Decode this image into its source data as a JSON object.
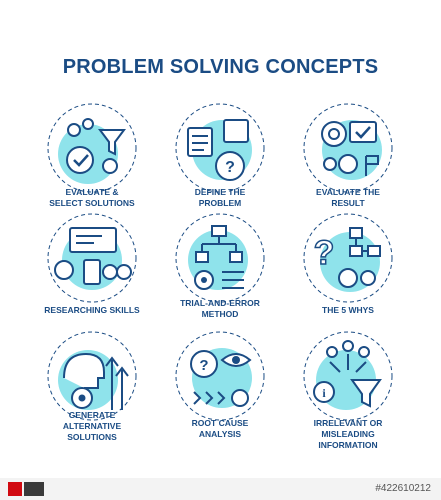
{
  "title": "PROBLEM SOLVING CONCEPTS",
  "colors": {
    "ink": "#1b4c84",
    "accent": "#8fe3eb",
    "dash": "#1b4c84"
  },
  "concepts": [
    {
      "label": "EVALUATE &\nSELECT SOLUTIONS",
      "icon": "checkmark-funnel-icon"
    },
    {
      "label": "DEFINE THE\nPROBLEM",
      "icon": "puzzle-question-icon"
    },
    {
      "label": "EVALUATE THE\nRESULT",
      "icon": "target-check-icon"
    },
    {
      "label": "RESEARCHING SKILLS",
      "icon": "browser-binoculars-icon"
    },
    {
      "label": "TRIAL-AND-ERROR\nMETHOD",
      "icon": "flowchart-gear-icon"
    },
    {
      "label": "THE 5 WHYS",
      "icon": "question-flow-icon"
    },
    {
      "label": "GENERATE\nALTERNATIVE\nSOLUTIONS",
      "icon": "head-gear-arrows-icon"
    },
    {
      "label": "ROOT CAUSE\nANALYSIS",
      "icon": "target-eye-icon"
    },
    {
      "label": "IRRELEVANT OR\nMISLEADING\nINFORMATION",
      "icon": "info-funnel-icon"
    }
  ],
  "stock": {
    "id": "#422610212"
  }
}
